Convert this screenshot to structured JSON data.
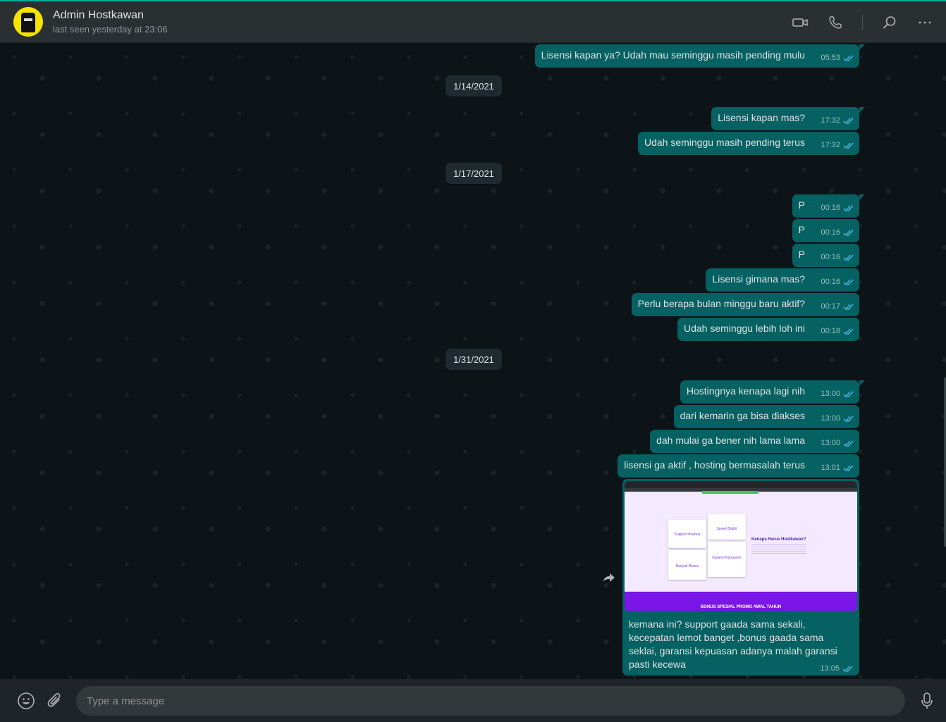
{
  "header": {
    "contact_name": "Admin Hostkawan",
    "last_seen": "last seen yesterday at 23:06",
    "icons": [
      "video-call-icon",
      "voice-call-icon",
      "search-icon",
      "menu-icon"
    ]
  },
  "dates": [
    "1/14/2021",
    "1/17/2021",
    "1/31/2021"
  ],
  "messages": [
    {
      "text": "Lisensi kapan ya? Udah mau seminggu masih pending mulu",
      "time": "05:53"
    },
    {
      "text": "Lisensi kapan mas?",
      "time": "17:32"
    },
    {
      "text": "Udah seminggu masih pending terus",
      "time": "17:32"
    },
    {
      "text": "P",
      "time": "00:16"
    },
    {
      "text": "P",
      "time": "00:16"
    },
    {
      "text": "P",
      "time": "00:16"
    },
    {
      "text": "Lisensi gimana mas?",
      "time": "00:16"
    },
    {
      "text": "Perlu berapa bulan minggu baru aktif?",
      "time": "00:17"
    },
    {
      "text": "Udah seminggu lebih loh ini",
      "time": "00:18"
    },
    {
      "text": "Hostingnya kenapa lagi nih",
      "time": "13:00"
    },
    {
      "text": "dari kemarin ga bisa diakses",
      "time": "13:00"
    },
    {
      "text": "dah mulai ga bener nih lama lama",
      "time": "13:00"
    },
    {
      "text": "lisensi ga aktif , hosting bermasalah terus",
      "time": "13:01"
    }
  ],
  "image_message": {
    "screenshot": {
      "cards": [
        "Support Imamup",
        "Speed Stabil",
        "Banyak Bonus",
        "Garansi Kepuasan"
      ],
      "heading": "Kenapa Harus Hostkawan?",
      "banner": "BONUS SPESIAL PROMO AWAL TAHUN"
    },
    "caption": "kemana ini? support gaada sama sekali, kecepatan lemot banget ,bonus gaada sama seklai, garansi kepuasan adanya malah garansi pasti kecewa",
    "time": "13:05"
  },
  "composer": {
    "placeholder": "Type a message",
    "icons": [
      "emoji-icon",
      "attach-icon",
      "microphone-icon"
    ]
  },
  "colors": {
    "accent": "#00af9c",
    "outgoing_bubble": "#056162",
    "header_bg": "#2a2f32",
    "chat_bg": "#0d1418",
    "read_ticks": "#4fc3f7"
  }
}
